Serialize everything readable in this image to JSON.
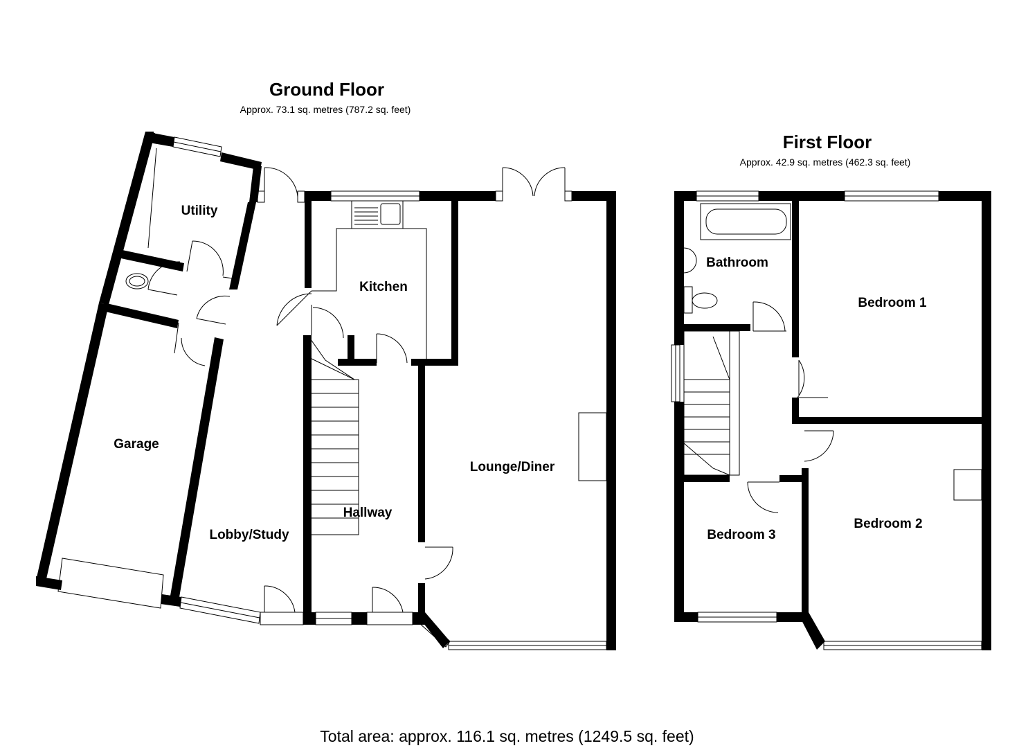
{
  "ground_floor": {
    "title": "Ground Floor",
    "area": "Approx. 73.1 sq. metres (787.2 sq. feet)",
    "rooms": {
      "utility": "Utility",
      "kitchen": "Kitchen",
      "garage": "Garage",
      "lounge_diner": "Lounge/Diner",
      "hallway": "Hallway",
      "lobby_study": "Lobby/Study"
    }
  },
  "first_floor": {
    "title": "First Floor",
    "area": "Approx. 42.9 sq. metres (462.3 sq. feet)",
    "rooms": {
      "bathroom": "Bathroom",
      "bedroom1": "Bedroom 1",
      "bedroom2": "Bedroom 2",
      "bedroom3": "Bedroom 3"
    }
  },
  "total_area": "Total area: approx. 116.1 sq. metres (1249.5 sq. feet)",
  "colors": {
    "wall": "#000000",
    "line": "#000000",
    "background": "#ffffff"
  }
}
